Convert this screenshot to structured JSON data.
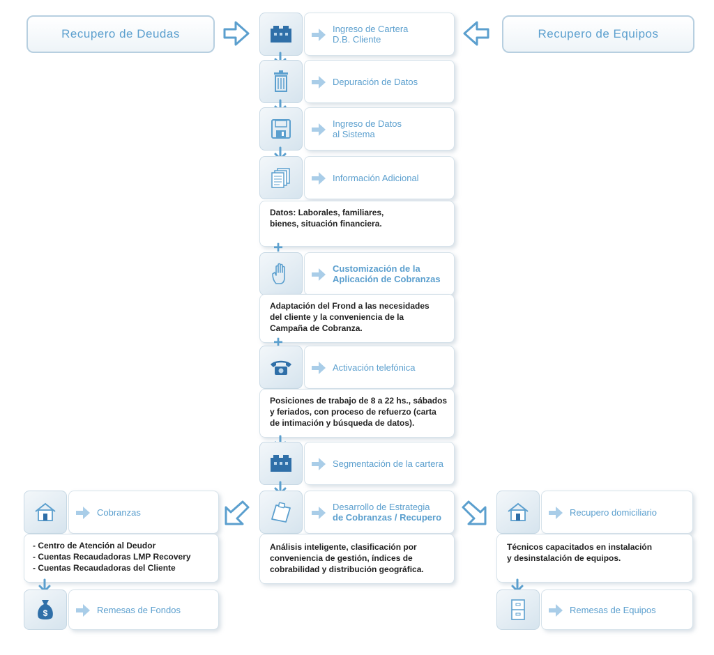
{
  "top": {
    "left_label": "Recupero de Deudas",
    "right_label": "Recupero de Equipos"
  },
  "steps": {
    "ingreso_cartera": {
      "line1": "Ingreso de Cartera",
      "line2": "D.B. Cliente",
      "icon": "building-icon"
    },
    "depuracion": {
      "line1": "Depuración de Datos",
      "icon": "trash-icon"
    },
    "ingreso_datos": {
      "line1": "Ingreso de Datos",
      "line2": "al Sistema",
      "icon": "floppy-disk-icon"
    },
    "info_adicional": {
      "line1": "Información Adicional",
      "icon": "documents-icon"
    },
    "customizacion": {
      "line1": "Customización de la",
      "line2": "Aplicación de Cobranzas",
      "icon": "hand-icon"
    },
    "activacion": {
      "line1": "Activación telefónica",
      "icon": "telephone-icon"
    },
    "segmentacion": {
      "line1": "Segmentación de la cartera",
      "icon": "building-icon"
    },
    "desarrollo": {
      "line1": "Desarrollo de Estrategia",
      "line2": "de Cobranzas / Recupero",
      "icon": "clipboard-icon"
    },
    "cobranzas": {
      "line1": "Cobranzas",
      "icon": "house-icon"
    },
    "remesas_fondos": {
      "line1": "Remesas de Fondos",
      "icon": "money-bag-icon"
    },
    "recupero_dom": {
      "line1": "Recupero domiciliario",
      "icon": "house-icon"
    },
    "remesas_equipos": {
      "line1": "Remesas de Equipos",
      "icon": "cabinet-icon"
    }
  },
  "descriptions": {
    "info_adicional": [
      "Datos: Laborales, familiares,",
      "bienes, situación financiera."
    ],
    "customizacion": [
      "Adaptación del Frond a las necesidades",
      "del cliente y la conveniencia de la",
      "Campaña de Cobranza."
    ],
    "activacion": [
      "Posiciones de trabajo de 8 a 22 hs., sábados",
      "y feriados, con proceso de refuerzo (carta",
      "de intimación y búsqueda de datos)."
    ],
    "desarrollo": [
      "Análisis inteligente, clasificación por",
      "conveniencia de gestión, índices de",
      "cobrabilidad y distribución geográfica."
    ],
    "cobranzas": [
      "- Centro de Atención al Deudor",
      "- Cuentas Recaudadoras LMP Recovery",
      "- Cuentas Recaudadoras del Cliente"
    ],
    "recupero_dom": [
      "Técnicos capacitados en instalación",
      "y desinstalación de equipos."
    ]
  },
  "colors": {
    "accent": "#5b9fce",
    "light_arrow": "#a9cde8"
  }
}
